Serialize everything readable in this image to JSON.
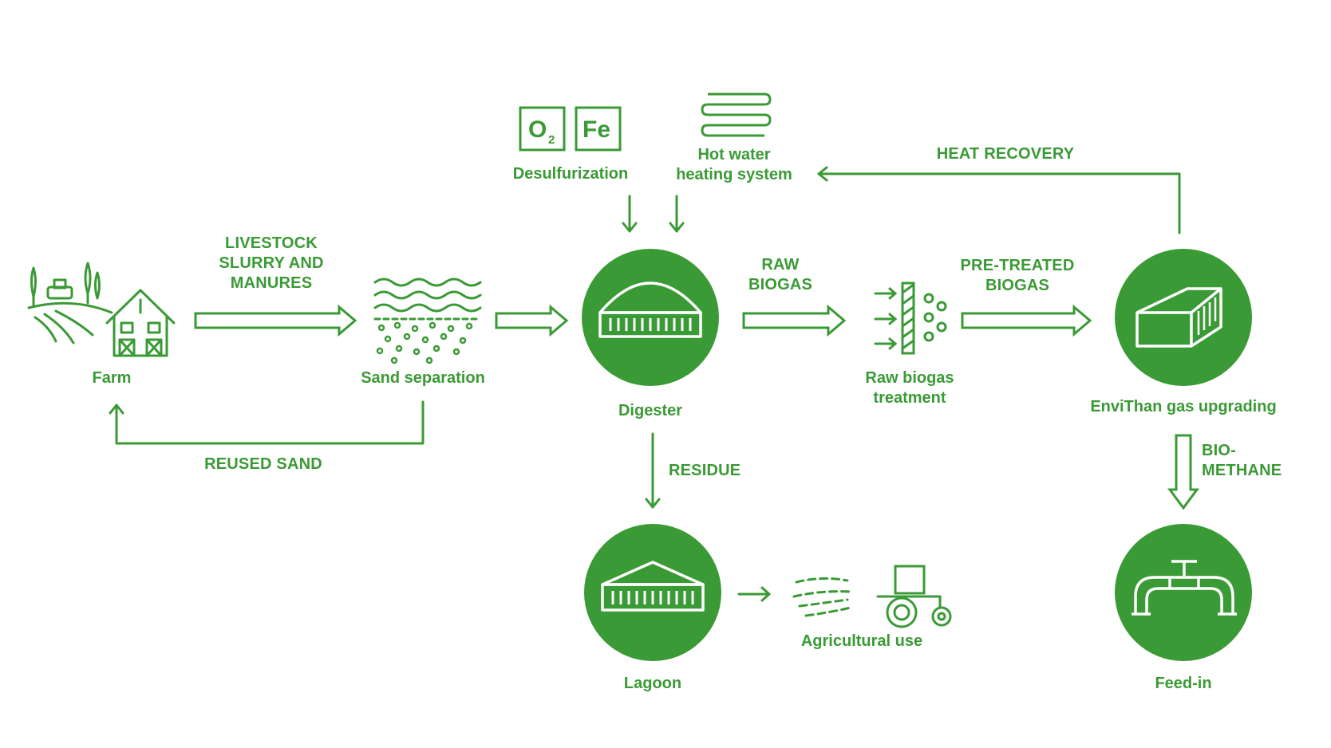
{
  "colors": {
    "accent": "#3a9a35",
    "background": "#ffffff",
    "icon_on_circle": "#ffffff"
  },
  "nodes": {
    "farm": "Farm",
    "sand_separation": "Sand separation",
    "digester": "Digester",
    "desulfurization": "Desulfurization",
    "hot_water_line1": "Hot water",
    "hot_water_line2": "heating system",
    "raw_biogas_treatment_line1": "Raw biogas",
    "raw_biogas_treatment_line2": "treatment",
    "upgrading": "EnviThan gas upgrading",
    "lagoon": "Lagoon",
    "agricultural_use": "Agricultural use",
    "feed_in": "Feed-in"
  },
  "flows": {
    "livestock_line1": "LIVESTOCK",
    "livestock_line2": "SLURRY AND",
    "livestock_line3": "MANURES",
    "raw_biogas_line1": "RAW",
    "raw_biogas_line2": "BIOGAS",
    "pretreated_line1": "PRE-TREATED",
    "pretreated_line2": "BIOGAS",
    "heat_recovery": "HEAT RECOVERY",
    "reused_sand": "REUSED SAND",
    "residue": "RESIDUE",
    "biomethane_line1": "BIO-",
    "biomethane_line2": "METHANE"
  },
  "symbols": {
    "oxygen": "O",
    "oxygen_sub": "2",
    "iron": "Fe"
  },
  "icons": {
    "farm": "farm-icon",
    "sand": "sand-separation-icon",
    "digester": "digester-dome-icon",
    "desulfurization": "element-tiles-icon",
    "hot_water": "heating-coil-icon",
    "treatment": "filter-icon",
    "upgrading": "container-icon",
    "lagoon": "lagoon-tank-icon",
    "tractor": "tractor-icon",
    "feed_in": "pipeline-icon"
  }
}
